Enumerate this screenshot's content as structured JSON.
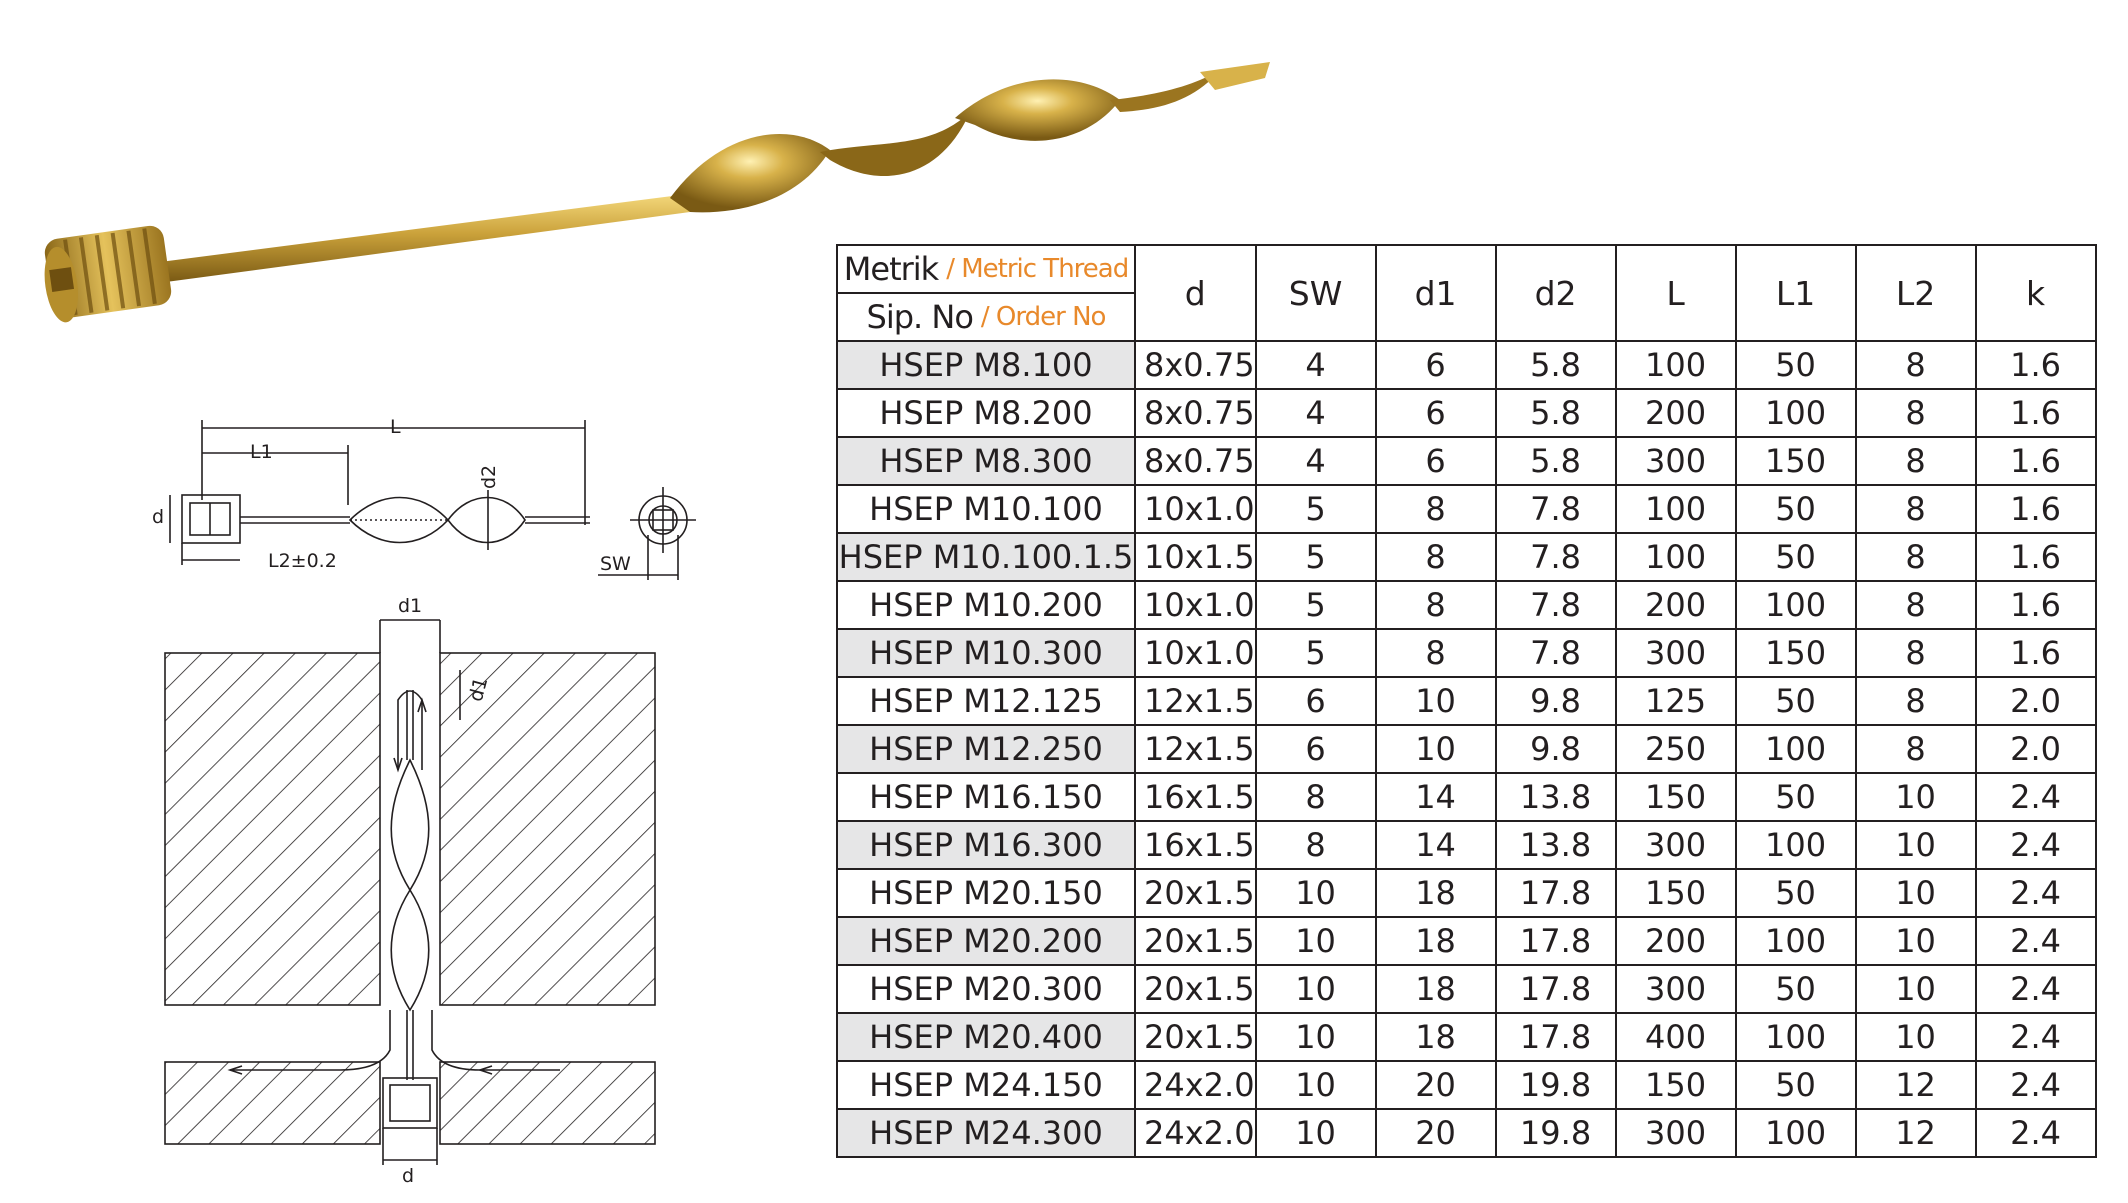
{
  "table": {
    "header": {
      "metric_label": "Metrik",
      "metric_sub": "/ Metric Thread",
      "order_label": "Sip. No",
      "order_sub": "/ Order No",
      "columns": [
        "d",
        "SW",
        "d1",
        "d2",
        "L",
        "L1",
        "L2",
        "k"
      ]
    },
    "rows": [
      {
        "order": "HSEP M8.100",
        "d": "8x0.75",
        "SW": "4",
        "d1": "6",
        "d2": "5.8",
        "L": "100",
        "L1": "50",
        "L2": "8",
        "k": "1.6"
      },
      {
        "order": "HSEP M8.200",
        "d": "8x0.75",
        "SW": "4",
        "d1": "6",
        "d2": "5.8",
        "L": "200",
        "L1": "100",
        "L2": "8",
        "k": "1.6"
      },
      {
        "order": "HSEP M8.300",
        "d": "8x0.75",
        "SW": "4",
        "d1": "6",
        "d2": "5.8",
        "L": "300",
        "L1": "150",
        "L2": "8",
        "k": "1.6"
      },
      {
        "order": "HSEP M10.100",
        "d": "10x1.0",
        "SW": "5",
        "d1": "8",
        "d2": "7.8",
        "L": "100",
        "L1": "50",
        "L2": "8",
        "k": "1.6"
      },
      {
        "order": "HSEP M10.100.1.5",
        "d": "10x1.5",
        "SW": "5",
        "d1": "8",
        "d2": "7.8",
        "L": "100",
        "L1": "50",
        "L2": "8",
        "k": "1.6"
      },
      {
        "order": "HSEP M10.200",
        "d": "10x1.0",
        "SW": "5",
        "d1": "8",
        "d2": "7.8",
        "L": "200",
        "L1": "100",
        "L2": "8",
        "k": "1.6"
      },
      {
        "order": "HSEP M10.300",
        "d": "10x1.0",
        "SW": "5",
        "d1": "8",
        "d2": "7.8",
        "L": "300",
        "L1": "150",
        "L2": "8",
        "k": "1.6"
      },
      {
        "order": "HSEP M12.125",
        "d": "12x1.5",
        "SW": "6",
        "d1": "10",
        "d2": "9.8",
        "L": "125",
        "L1": "50",
        "L2": "8",
        "k": "2.0"
      },
      {
        "order": "HSEP M12.250",
        "d": "12x1.5",
        "SW": "6",
        "d1": "10",
        "d2": "9.8",
        "L": "250",
        "L1": "100",
        "L2": "8",
        "k": "2.0"
      },
      {
        "order": "HSEP M16.150",
        "d": "16x1.5",
        "SW": "8",
        "d1": "14",
        "d2": "13.8",
        "L": "150",
        "L1": "50",
        "L2": "10",
        "k": "2.4"
      },
      {
        "order": "HSEP M16.300",
        "d": "16x1.5",
        "SW": "8",
        "d1": "14",
        "d2": "13.8",
        "L": "300",
        "L1": "100",
        "L2": "10",
        "k": "2.4"
      },
      {
        "order": "HSEP M20.150",
        "d": "20x1.5",
        "SW": "10",
        "d1": "18",
        "d2": "17.8",
        "L": "150",
        "L1": "50",
        "L2": "10",
        "k": "2.4"
      },
      {
        "order": "HSEP M20.200",
        "d": "20x1.5",
        "SW": "10",
        "d1": "18",
        "d2": "17.8",
        "L": "200",
        "L1": "100",
        "L2": "10",
        "k": "2.4"
      },
      {
        "order": "HSEP M20.300",
        "d": "20x1.5",
        "SW": "10",
        "d1": "18",
        "d2": "17.8",
        "L": "300",
        "L1": "50",
        "L2": "10",
        "k": "2.4"
      },
      {
        "order": "HSEP M20.400",
        "d": "20x1.5",
        "SW": "10",
        "d1": "18",
        "d2": "17.8",
        "L": "400",
        "L1": "100",
        "L2": "10",
        "k": "2.4"
      },
      {
        "order": "HSEP M24.150",
        "d": "24x2.0",
        "SW": "10",
        "d1": "20",
        "d2": "19.8",
        "L": "150",
        "L1": "50",
        "L2": "12",
        "k": "2.4"
      },
      {
        "order": "HSEP M24.300",
        "d": "24x2.0",
        "SW": "10",
        "d1": "20",
        "d2": "19.8",
        "L": "300",
        "L1": "100",
        "L2": "12",
        "k": "2.4"
      }
    ]
  },
  "drawing": {
    "label_L": "L",
    "label_L1": "L1",
    "label_d": "d",
    "label_d2": "d2",
    "label_L2": "L2±0.2",
    "label_SW": "SW",
    "label_section_d1": "d1",
    "label_section_d1_side": "d1",
    "label_section_d": "d"
  },
  "colors": {
    "accent": "#e8892b",
    "shade": "#e6e6e7",
    "brass": "#c9a43a",
    "ink": "#231f20"
  }
}
